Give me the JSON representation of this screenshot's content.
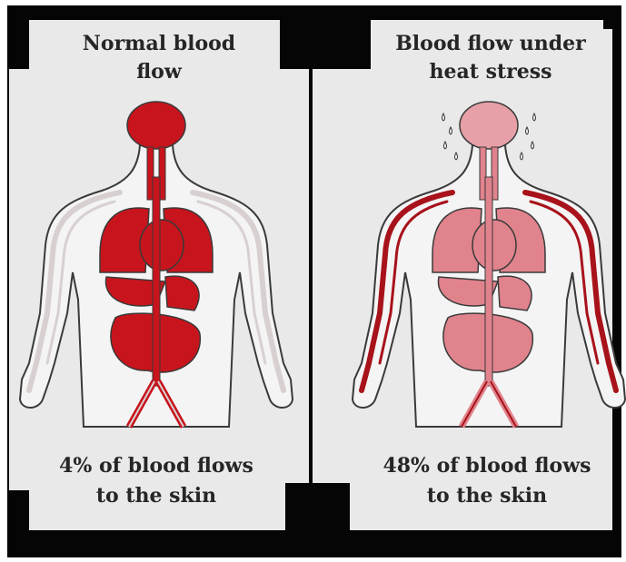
{
  "panels": [
    {
      "id": "normal",
      "title_lines": [
        "Normal blood",
        "flow"
      ],
      "caption_lines": [
        "4% of blood flows",
        "to the skin"
      ],
      "organ_color": "#c8141c",
      "head_color": "#c8141c",
      "skin_vessel_color": "#d8d0d0",
      "sweat": false
    },
    {
      "id": "heat-stress",
      "title_lines": [
        "Blood flow under",
        "heat stress"
      ],
      "caption_lines": [
        "48% of blood flows",
        "to the skin"
      ],
      "organ_color": "#e0838c",
      "head_color": "#e7a0a7",
      "skin_vessel_color": "#a8121a",
      "sweat": true
    }
  ],
  "colors": {
    "frame": "#050505",
    "panel_bg": "#e9e9e9",
    "outline": "#3a3a3a",
    "text": "#262626"
  }
}
